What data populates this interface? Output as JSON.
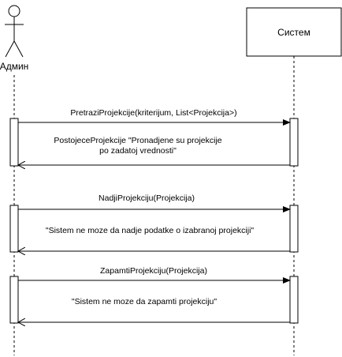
{
  "actor": {
    "label": "Админ"
  },
  "system": {
    "label": "Систем"
  },
  "messages": [
    {
      "call": "PretraziProjekcije(kriterijum, List<Projekcija>)",
      "reply_lines": [
        "PostojeceProjekcije \"Pronadjene su projekcije",
        "po zadatoj vrednosti\""
      ]
    },
    {
      "call": "NadjiProjekciju(Projekcija)",
      "reply_lines": [
        "\"Sistem ne moze da nadje podatke o izabranoj projekciji\""
      ]
    },
    {
      "call": "ZapamtiProjekciju(Projekcija)",
      "reply_lines": [
        "\"Sistem ne moze da zapamti projekciju\""
      ]
    }
  ]
}
